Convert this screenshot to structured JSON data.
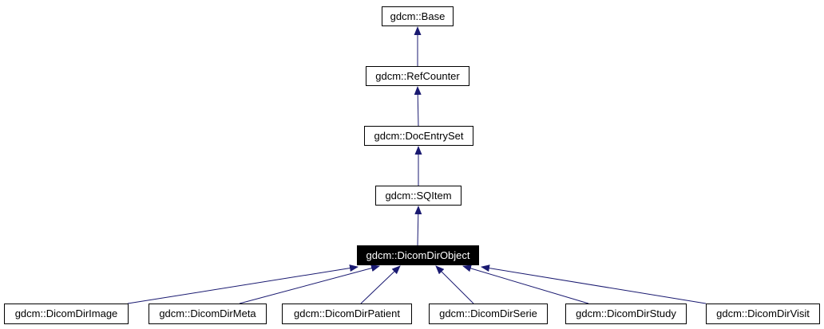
{
  "diagram": {
    "type": "class-inheritance-graph",
    "tool_style": "doxygen",
    "arrow_color": "#191970",
    "node_border_color": "#000000",
    "node_fill_color": "#ffffff",
    "highlight_fill_color": "#000000",
    "highlight_text_color": "#ffffff",
    "nodes": {
      "base": {
        "label": "gdcm::Base",
        "highlighted": false
      },
      "refcounter": {
        "label": "gdcm::RefCounter",
        "highlighted": false
      },
      "docentryset": {
        "label": "gdcm::DocEntrySet",
        "highlighted": false
      },
      "sqitem": {
        "label": "gdcm::SQItem",
        "highlighted": false
      },
      "dicomdirobject": {
        "label": "gdcm::DicomDirObject",
        "highlighted": true
      },
      "dicomdirimage": {
        "label": "gdcm::DicomDirImage",
        "highlighted": false
      },
      "dicomdirmeta": {
        "label": "gdcm::DicomDirMeta",
        "highlighted": false
      },
      "dicomdirpatient": {
        "label": "gdcm::DicomDirPatient",
        "highlighted": false
      },
      "dicomdirserie": {
        "label": "gdcm::DicomDirSerie",
        "highlighted": false
      },
      "dicomdirstudy": {
        "label": "gdcm::DicomDirStudy",
        "highlighted": false
      },
      "dicomdirvisit": {
        "label": "gdcm::DicomDirVisit",
        "highlighted": false
      }
    },
    "edges": [
      {
        "from": "gdcm::RefCounter",
        "to": "gdcm::Base",
        "relation": "public-inheritance"
      },
      {
        "from": "gdcm::DocEntrySet",
        "to": "gdcm::RefCounter",
        "relation": "public-inheritance"
      },
      {
        "from": "gdcm::SQItem",
        "to": "gdcm::DocEntrySet",
        "relation": "public-inheritance"
      },
      {
        "from": "gdcm::DicomDirObject",
        "to": "gdcm::SQItem",
        "relation": "public-inheritance"
      },
      {
        "from": "gdcm::DicomDirImage",
        "to": "gdcm::DicomDirObject",
        "relation": "public-inheritance"
      },
      {
        "from": "gdcm::DicomDirMeta",
        "to": "gdcm::DicomDirObject",
        "relation": "public-inheritance"
      },
      {
        "from": "gdcm::DicomDirPatient",
        "to": "gdcm::DicomDirObject",
        "relation": "public-inheritance"
      },
      {
        "from": "gdcm::DicomDirSerie",
        "to": "gdcm::DicomDirObject",
        "relation": "public-inheritance"
      },
      {
        "from": "gdcm::DicomDirStudy",
        "to": "gdcm::DicomDirObject",
        "relation": "public-inheritance"
      },
      {
        "from": "gdcm::DicomDirVisit",
        "to": "gdcm::DicomDirObject",
        "relation": "public-inheritance"
      }
    ]
  }
}
